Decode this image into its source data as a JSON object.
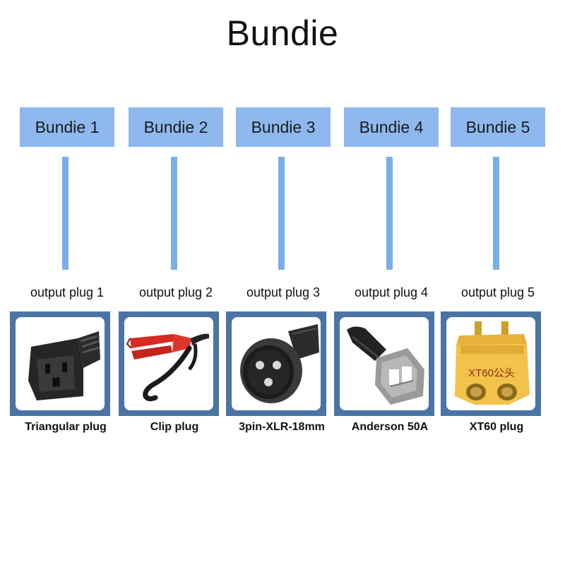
{
  "title": "Bundie",
  "bundles": [
    {
      "label": "Bundie 1",
      "output": "output plug 1",
      "plug": "Triangular plug",
      "icon": "iec-c13-plug-icon"
    },
    {
      "label": "Bundie 2",
      "output": "output plug 2",
      "plug": "Clip plug",
      "icon": "alligator-clip-icon"
    },
    {
      "label": "Bundie 3",
      "output": "output plug 3",
      "plug": "3pin-XLR-18mm",
      "icon": "xlr-plug-icon"
    },
    {
      "label": "Bundie 4",
      "output": "output plug 4",
      "plug": "Anderson 50A",
      "icon": "anderson-connector-icon"
    },
    {
      "label": "Bundie 5",
      "output": "output plug 5",
      "plug": "XT60 plug",
      "icon": "xt60-plug-icon",
      "stamp_text": "XT60公头"
    }
  ],
  "colors": {
    "box": "#8fb9ee",
    "connector": "#7aaee8",
    "frame": "#4a74a4"
  }
}
